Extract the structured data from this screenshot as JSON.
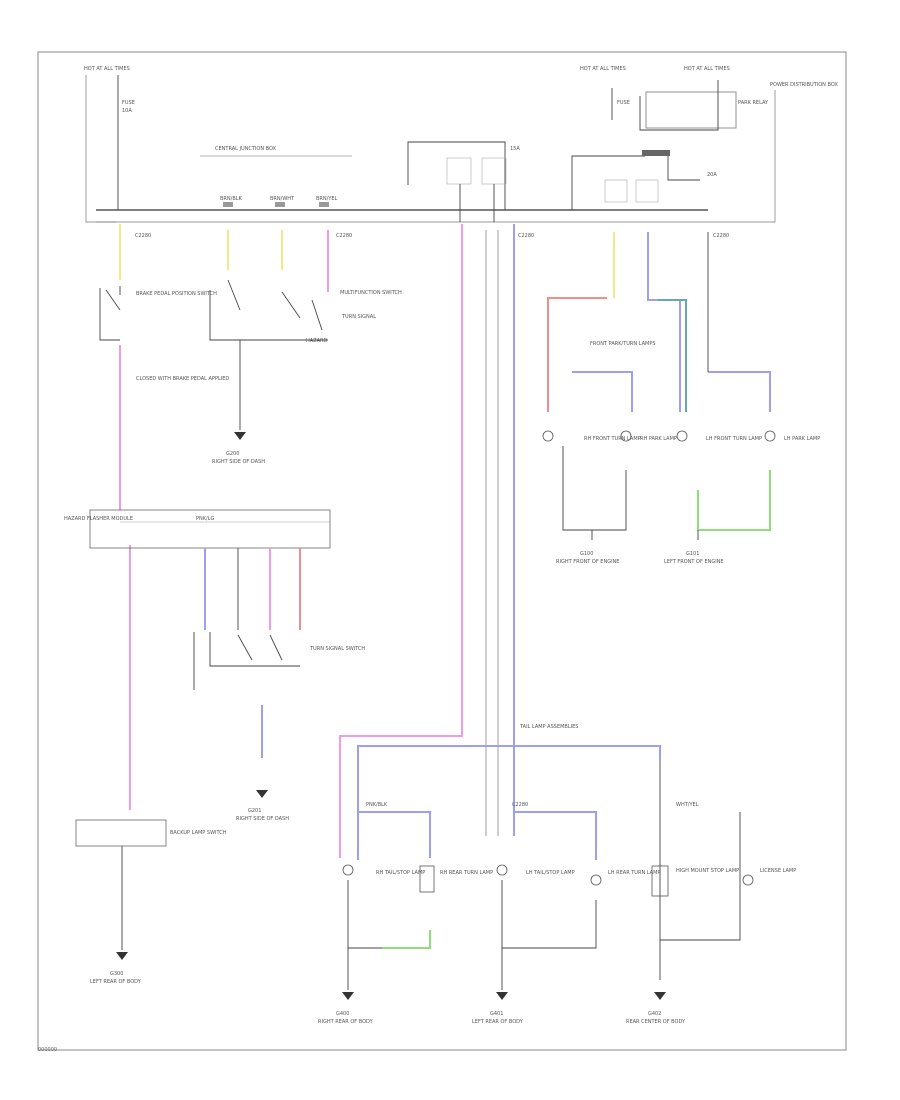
{
  "diagram": {
    "footer_ref": "000000",
    "top_labels": {
      "hot_left": "HOT AT ALL TIMES",
      "hot_mid": "HOT AT ALL TIMES",
      "hot_right": "HOT AT ALL TIMES",
      "fuse_left": "FUSE",
      "fuse_mid": "FUSE",
      "relay_note": "PARK RELAY",
      "box_note": "POWER DISTRIBUTION BOX",
      "fuse_amp": "10A",
      "fuse_amp2": "15A",
      "fuse_amp3": "20A",
      "center_bar_note": "CENTRAL JUNCTION BOX"
    },
    "bus_labels": [
      "BRN/BLK",
      "BRN/WHT",
      "BRN/YEL",
      "PNK/LG",
      "PNK/BLK",
      "WHT/YEL"
    ],
    "connector_labels": [
      "C2280",
      "C2280",
      "C2280",
      "C2280",
      "C2280"
    ],
    "left_blocks": {
      "brake_switch": "BRAKE PEDAL POSITION SWITCH",
      "brake_note": "CLOSED WITH BRAKE PEDAL APPLIED",
      "multifunction_switch": "MULTIFUNCTION SWITCH",
      "hazard": "HAZARD",
      "turn_signal": "TURN SIGNAL",
      "ground1": "G200",
      "ground1_note": "RIGHT SIDE OF DASH",
      "flasher_box": "HAZARD FLASHER MODULE",
      "turn_switch": "TURN SIGNAL SWITCH",
      "ground2": "G201",
      "ground2_note": "RIGHT SIDE OF DASH",
      "backup": "BACKUP LAMP SWITCH",
      "ground3": "G300",
      "ground3_note": "LEFT REAR OF BODY"
    },
    "right_blocks": {
      "front_group": "FRONT PARK/TURN LAMPS",
      "rh_front": "RH FRONT TURN LAMP",
      "rh_park": "RH PARK LAMP",
      "lh_front": "LH FRONT TURN LAMP",
      "lh_park": "LH PARK LAMP",
      "ground_rh": "G100",
      "ground_rh_note": "RIGHT FRONT OF ENGINE",
      "ground_lh": "G101",
      "ground_lh_note": "LEFT FRONT OF ENGINE"
    },
    "rear_blocks": {
      "header": "TAIL LAMP ASSEMBLIES",
      "rh_tail": "RH TAIL/STOP LAMP",
      "rh_turn": "RH REAR TURN LAMP",
      "lh_tail": "LH TAIL/STOP LAMP",
      "lh_turn": "LH REAR TURN LAMP",
      "chmsl": "HIGH MOUNT STOP LAMP",
      "license": "LICENSE LAMP",
      "ground_a": "G400",
      "ground_a_note": "RIGHT REAR OF BODY",
      "ground_b": "G401",
      "ground_b_note": "LEFT REAR OF BODY",
      "ground_c": "G402",
      "ground_c_note": "REAR CENTER OF BODY"
    },
    "colors": {
      "pink": "#ef9be6",
      "blue": "#9e9ef2",
      "red": "#ee8f8f",
      "yellow": "#eeea8a",
      "green": "#8fde7c",
      "teal": "#6aa6b0",
      "line": "#444444"
    }
  }
}
